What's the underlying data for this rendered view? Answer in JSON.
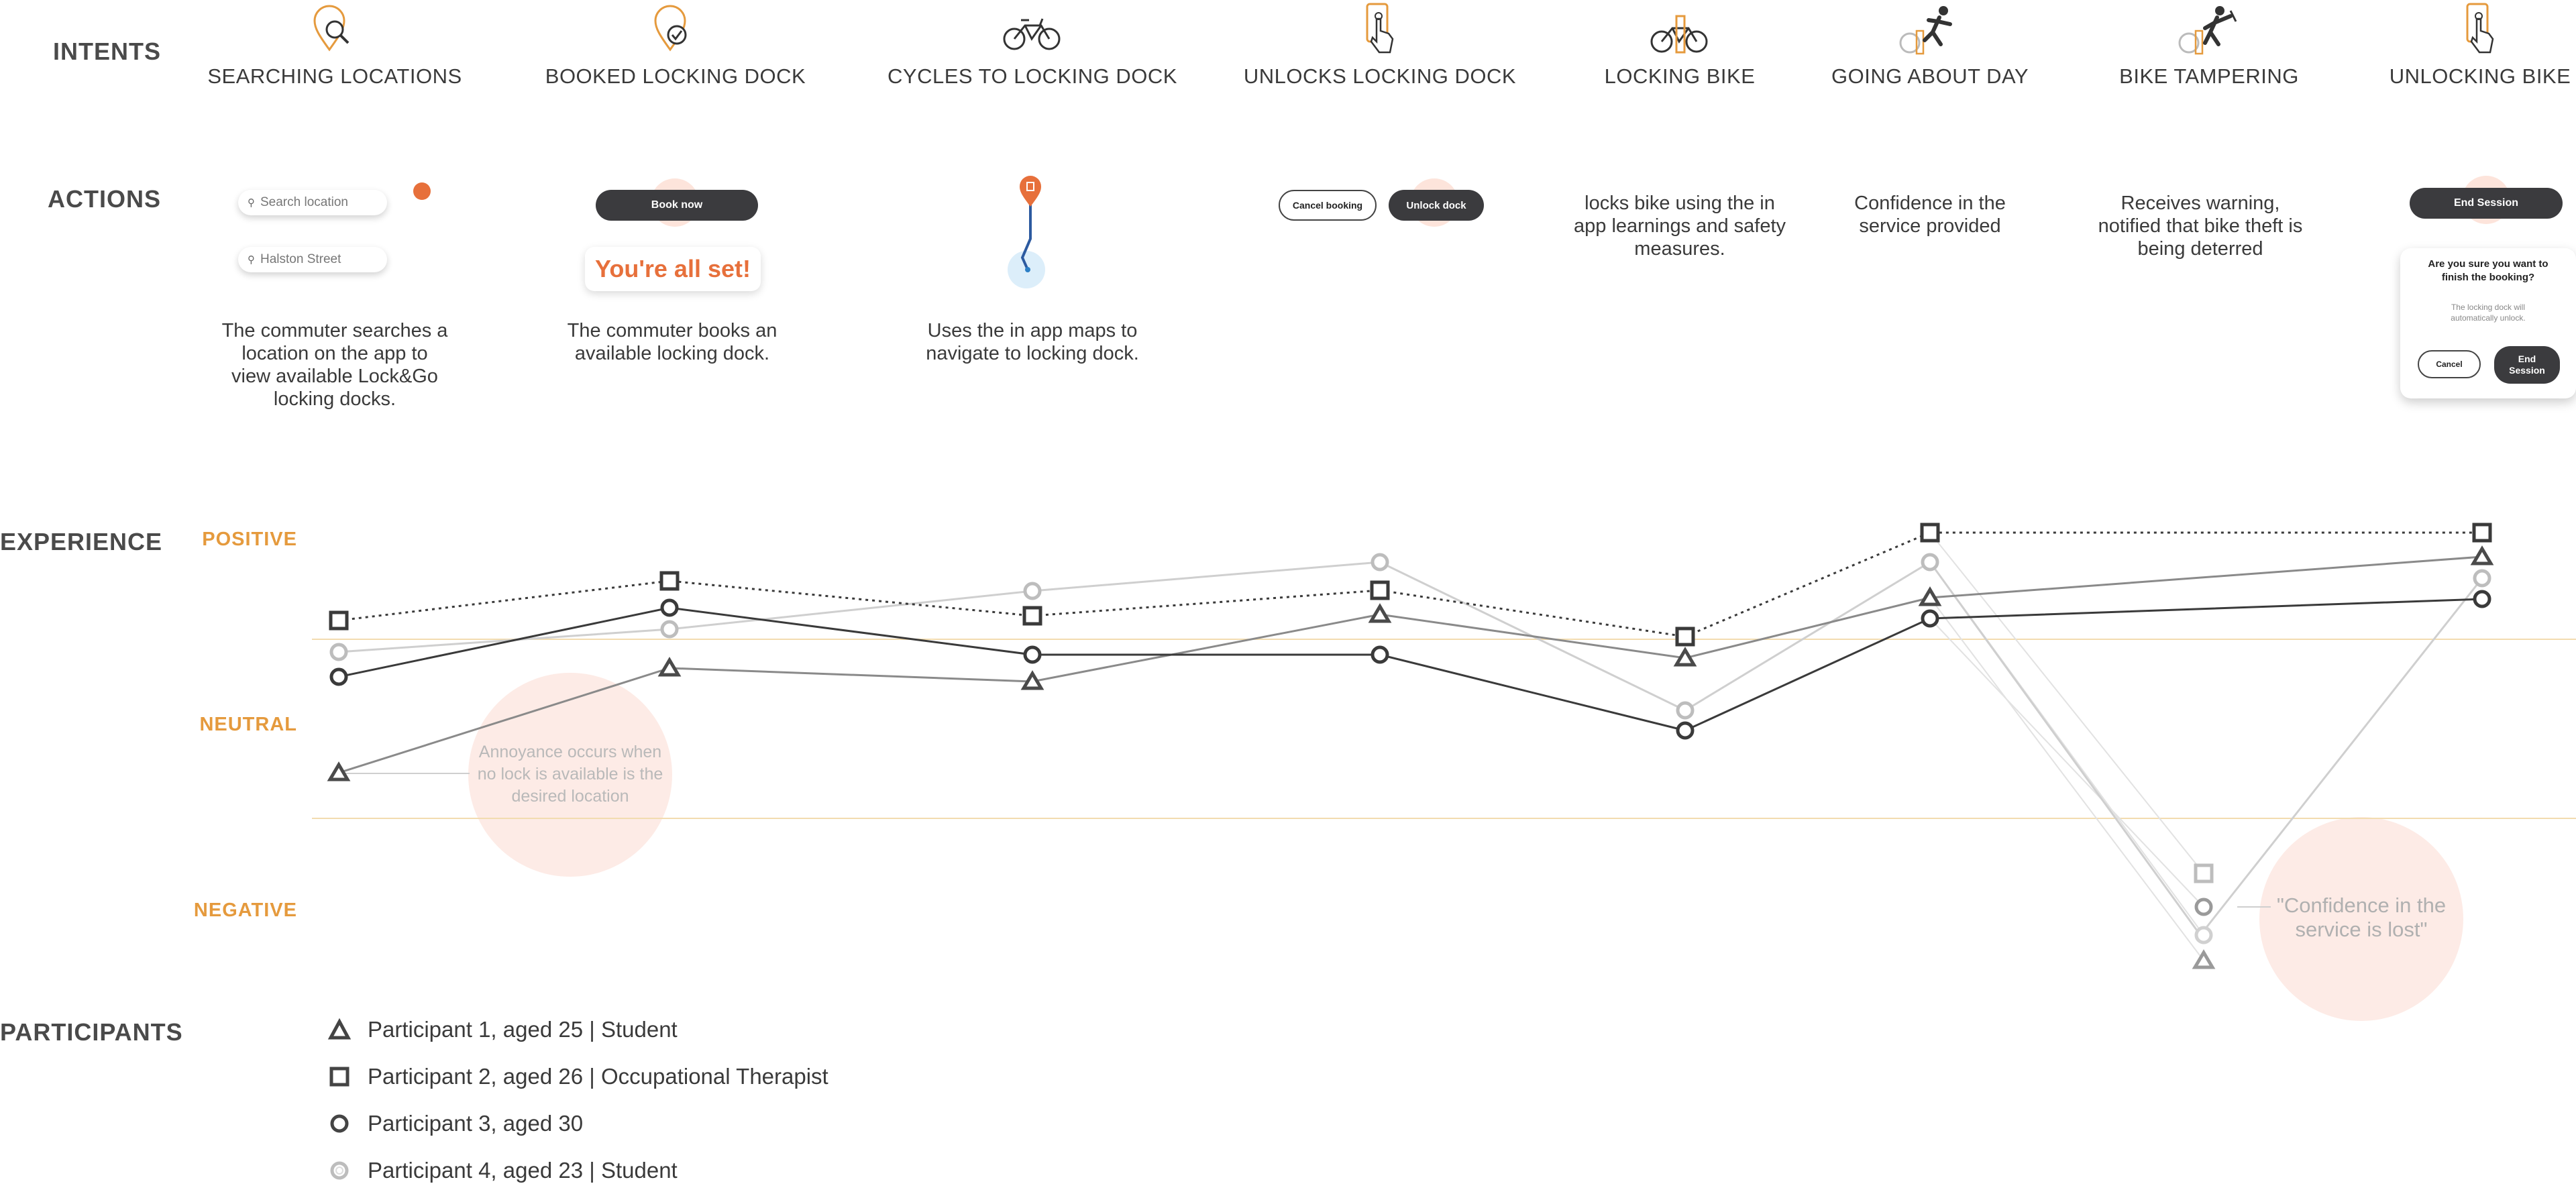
{
  "rows": {
    "intents": "INTENTS",
    "actions": "ACTIONS",
    "experience": "EXPERIENCE",
    "participants": "PARTICIPANTS"
  },
  "levels": {
    "positive": "POSITIVE",
    "neutral": "NEUTRAL",
    "negative": "NEGATIVE"
  },
  "stages": [
    {
      "title": "SEARCHING LOCATIONS",
      "icon": "search-location-icon",
      "description": "The commuter searches a location on the app to view available Lock&Go locking docks."
    },
    {
      "title": "BOOKED LOCKING DOCK",
      "icon": "booked-location-icon",
      "description": "The commuter books an available locking dock."
    },
    {
      "title": "CYCLES TO LOCKING DOCK",
      "icon": "bicycle-icon",
      "description": "Uses the in app maps to navigate to locking dock."
    },
    {
      "title": "UNLOCKS LOCKING DOCK",
      "icon": "phone-tap-icon",
      "description": ""
    },
    {
      "title": "LOCKING BIKE",
      "icon": "locked-bike-icon",
      "description": "locks bike using the in app learnings and safety measures."
    },
    {
      "title": "GOING ABOUT DAY",
      "icon": "person-running-icon",
      "description": "Confidence in the service provided"
    },
    {
      "title": "BIKE TAMPERING",
      "icon": "thief-icon",
      "description": "Receives warning, notified that bike theft is being deterred"
    },
    {
      "title": "UNLOCKING BIKE",
      "icon": "phone-tap-icon",
      "description": ""
    }
  ],
  "actions_ui": {
    "search_placeholder": "Search location",
    "search_value": "Halston Street",
    "book_now": "Book now",
    "all_set": "You're all set!",
    "cancel_booking": "Cancel booking",
    "unlock_dock": "Unlock dock",
    "end_session": "End Session",
    "dialog_question": "Are you sure you want to finish the booking?",
    "dialog_note": "The locking dock will automatically unlock.",
    "dialog_cancel": "Cancel",
    "dialog_end": "End Session"
  },
  "callouts": {
    "annoyance": "Annoyance occurs when no lock is available is the desired location",
    "confidence_lost": "\"Confidence in the service is lost\""
  },
  "participants": [
    {
      "label": "Participant 1, aged 25 | Student",
      "marker": "triangle",
      "color": "#555555"
    },
    {
      "label": "Participant 2, aged 26 | Occupational Therapist",
      "marker": "square",
      "color": "#444444"
    },
    {
      "label": "Participant 3, aged 30",
      "marker": "circle",
      "color": "#444444"
    },
    {
      "label": "Participant 4, aged 23 | Student",
      "marker": "ring-light",
      "color": "#bdbdbd"
    }
  ],
  "colors": {
    "accent": "#e59a3d",
    "brand_orange": "#e7703b",
    "glow": "#fccdbe"
  }
}
